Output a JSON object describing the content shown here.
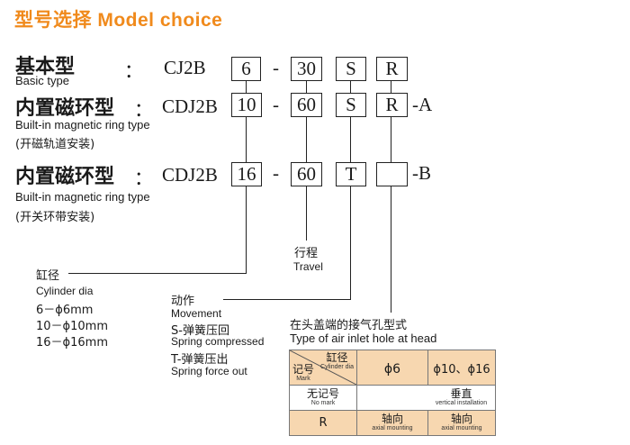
{
  "title": "型号选择 Model choice",
  "rows": [
    {
      "cn": "基本型",
      "en": "Basic type",
      "note": "",
      "colon": "：",
      "prefix": "CJ2B",
      "bore": "6",
      "dash": "-",
      "stroke": "30",
      "move": "S",
      "inlet": "R",
      "suffix": ""
    },
    {
      "cn": "内置磁环型",
      "en": "Built-in magnetic ring type",
      "note": "(开磁轨道安装)",
      "colon": "：",
      "prefix": "CDJ2B",
      "bore": "10",
      "dash": "-",
      "stroke": "60",
      "move": "S",
      "inlet": "R",
      "suffix": "-A"
    },
    {
      "cn": "内置磁环型",
      "en": "Built-in magnetic ring type",
      "note": "(开关环带安装)",
      "colon": "：",
      "prefix": "CDJ2B",
      "bore": "16",
      "dash": "-",
      "stroke": "60",
      "move": "T",
      "inlet": "",
      "suffix": "-B"
    }
  ],
  "travel": {
    "cn": "行程",
    "en": "Travel"
  },
  "cylinder": {
    "cn": "缸径",
    "en": "Cylinder dia",
    "options": [
      "6－ϕ6mm",
      "10－ϕ10mm",
      "16－ϕ16mm"
    ]
  },
  "movement": {
    "cn": "动作",
    "en": "Movement",
    "s_cn": "S-弹簧压回",
    "s_en": "Spring compressed",
    "t_cn": "T-弹簧压出",
    "t_en": "Spring force out"
  },
  "inlet": {
    "cn": "在头盖端的接气孔型式",
    "en": "Type of air inlet hole at head"
  },
  "table": {
    "corner_top_cn": "缸径",
    "corner_top_en": "Cylinder dia",
    "corner_bot_cn": "记号",
    "corner_bot_en": "Mark",
    "col1": "ϕ6",
    "col2": "ϕ10、ϕ16",
    "r1_mark_cn": "无记号",
    "r1_mark_en": "No mark",
    "r1_val_cn": "垂直",
    "r1_val_en": "vertical installation",
    "r2_mark": "R",
    "r2_val1_cn": "轴向",
    "r2_val1_en": "axial mounting",
    "r2_val2_cn": "轴向",
    "r2_val2_en": "axial mounting"
  },
  "colors": {
    "title": "#f08a1c",
    "table_fill": "#f7d7b0"
  }
}
